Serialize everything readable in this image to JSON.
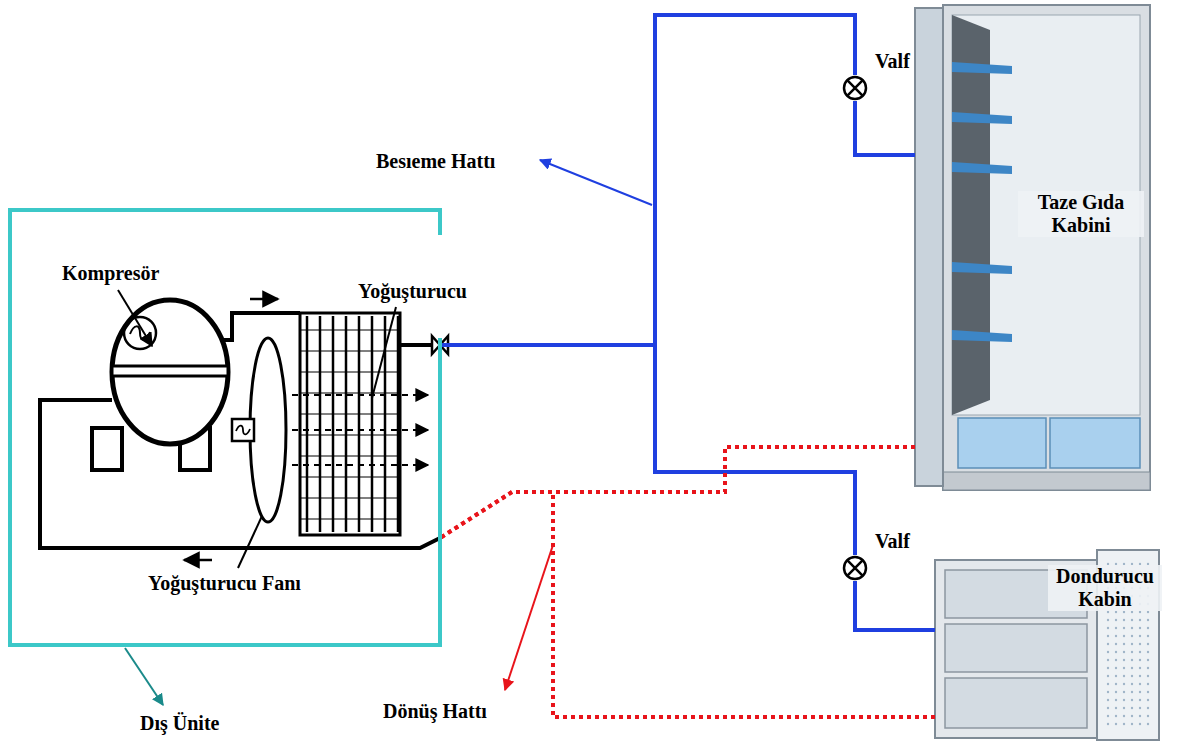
{
  "diagram": {
    "nodes": [
      {
        "text": [
          "Dış Ünite"
        ]
      },
      {
        "text": [
          "Valf"
        ]
      },
      {
        "text": [
          "Taze Gıda Kabini"
        ]
      },
      {
        "text": [
          "Valf"
        ]
      },
      {
        "text": [
          "Dondurucu Kabin"
        ]
      }
    ],
    "edges": [
      {
        "from": 0,
        "to": 1,
        "arrow": "none"
      },
      {
        "from": 1,
        "to": 2,
        "arrow": "none"
      },
      {
        "from": 0,
        "to": 3,
        "arrow": "none"
      },
      {
        "from": 3,
        "to": 4,
        "arrow": "none"
      },
      {
        "from": 2,
        "to": 0,
        "arrow": "none"
      },
      {
        "from": 4,
        "to": 0,
        "arrow": "none"
      }
    ],
    "labels": [
      "Kompresör",
      "Yoğuşturucu",
      "Yoğuşturucu Fanı",
      "Besıeme Hattı",
      "Dönüş Hattı"
    ]
  }
}
